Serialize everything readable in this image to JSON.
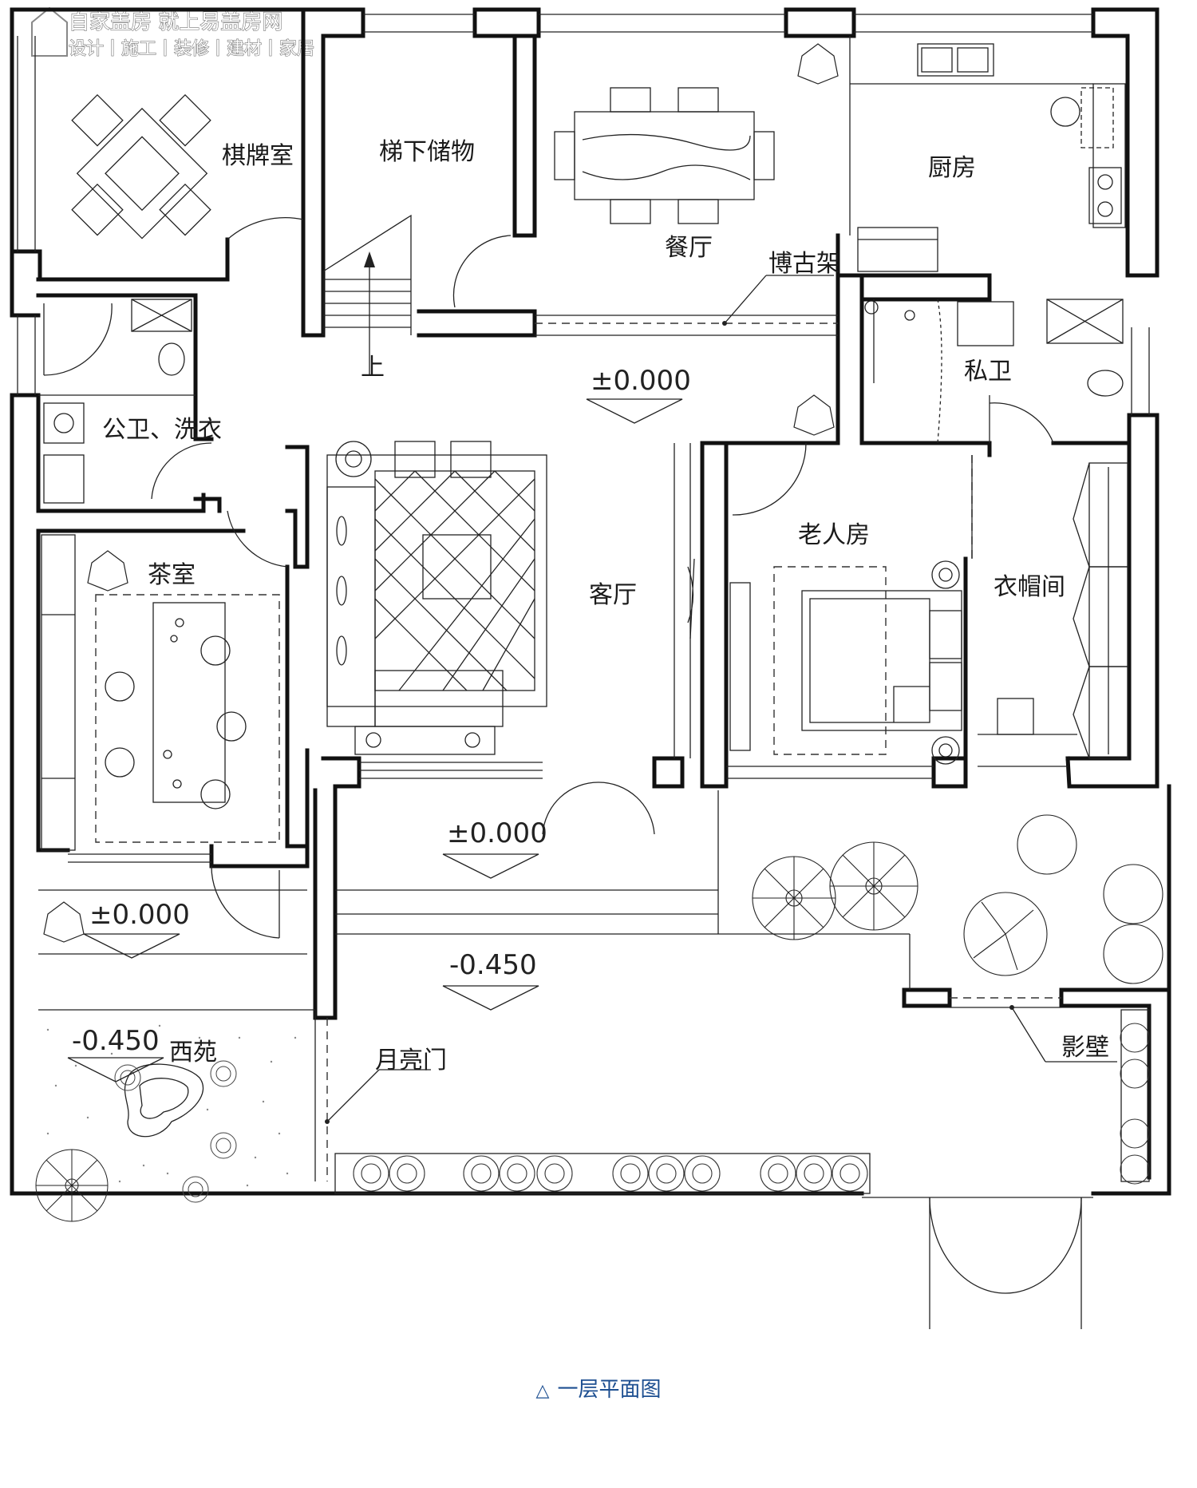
{
  "watermark": {
    "line1": "自家盖房 就上易盖房网",
    "line2": "设计丨施工丨装修丨建材丨家居"
  },
  "rooms": {
    "chess_room": "棋牌室",
    "under_stair_storage": "梯下储物",
    "dining": "餐厅",
    "kitchen": "厨房",
    "antique_shelf": "博古架",
    "private_bath": "私卫",
    "public_bath_laundry": "公卫、洗衣",
    "tea_room": "茶室",
    "living": "客厅",
    "elder_room": "老人房",
    "cloakroom": "衣帽间",
    "west_garden": "西苑",
    "moon_gate": "月亮门",
    "screen_wall": "影壁",
    "stair_up": "上"
  },
  "levels": {
    "hall": "±0.000",
    "porch": "±0.000",
    "tea_porch": "±0.000",
    "courtyard": "-0.450",
    "west_garden": "-0.450"
  },
  "caption": {
    "marker": "△",
    "text": "一层平面图"
  }
}
